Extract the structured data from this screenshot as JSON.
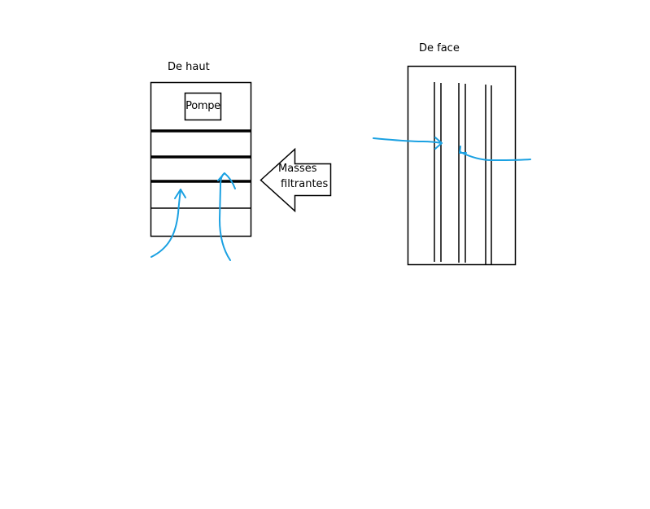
{
  "top_view": {
    "title": "De haut",
    "pump_label": "Pompe"
  },
  "media_arrow": {
    "line1": "Masses",
    "line2": "filtrantes"
  },
  "front_view": {
    "title": "De face"
  },
  "colors": {
    "outline": "#000000",
    "water_flow": "#1ba1e2",
    "background": "#ffffff"
  }
}
